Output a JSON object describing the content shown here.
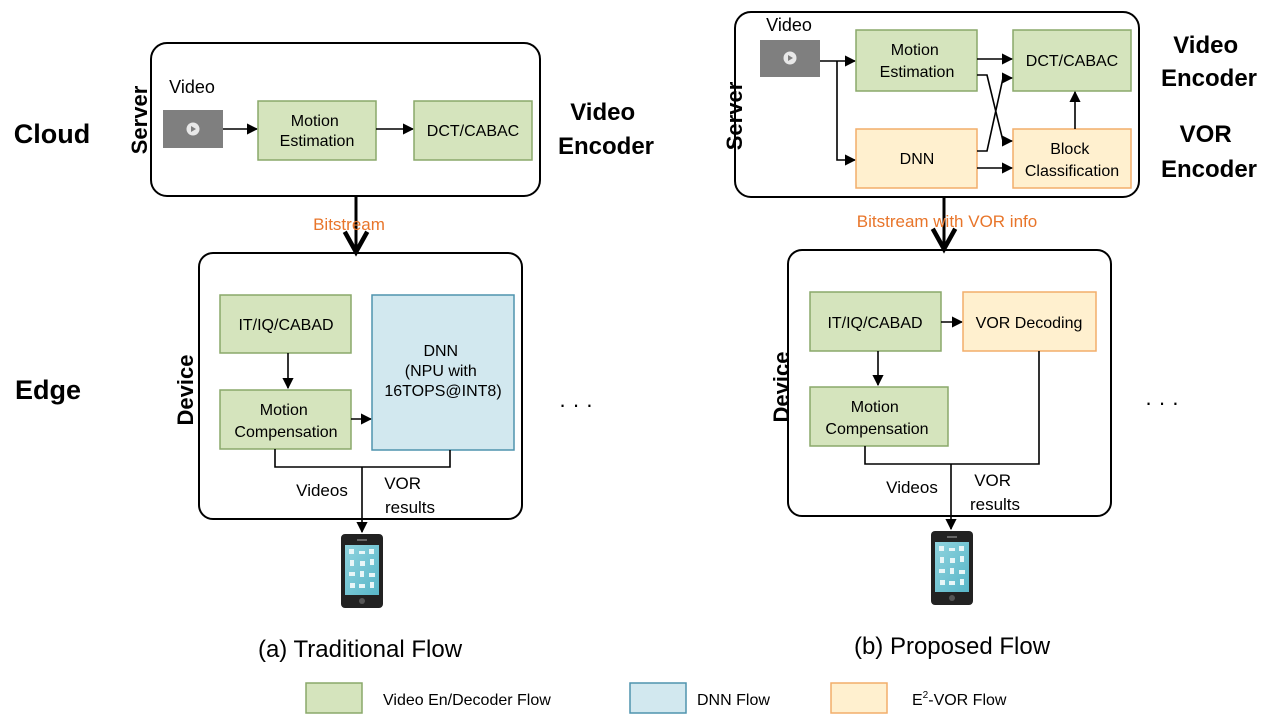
{
  "colors": {
    "green_fill": "#d5e4bd",
    "green_stroke": "#8aa86a",
    "blue_fill": "#d2e8ef",
    "blue_stroke": "#4f94ae",
    "orange_fill": "#fff0cf",
    "orange_stroke": "#f2ae6a",
    "accent_text": "#e8752a"
  },
  "side_labels": {
    "cloud": "Cloud",
    "edge": "Edge"
  },
  "panel_a": {
    "server_label": "Server",
    "video_label": "Video",
    "motion_estimation": [
      "Motion",
      "Estimation"
    ],
    "dct": "DCT/CABAC",
    "encoder_label": [
      "Video",
      "Encoder"
    ],
    "bitstream": "Bitstream",
    "device_label": "Device",
    "itiq": "IT/IQ/CABAD",
    "motion_compensation": [
      "Motion",
      "Compensation"
    ],
    "dnn": [
      "DNN",
      "(NPU with",
      "16TOPS@INT8)"
    ],
    "videos": "Videos",
    "vor_results": [
      "VOR",
      "results"
    ],
    "ellipsis": "· · ·",
    "caption": "(a) Traditional Flow"
  },
  "panel_b": {
    "server_label": "Server",
    "video_label": "Video",
    "motion_estimation": [
      "Motion",
      "Estimation"
    ],
    "dct": "DCT/CABAC",
    "dnn": "DNN",
    "block_classification": [
      "Block",
      "Classification"
    ],
    "encoder_label": [
      "Video",
      "Encoder"
    ],
    "vor_encoder_label": [
      "VOR",
      "Encoder"
    ],
    "bitstream": "Bitstream with VOR info",
    "device_label": "Device",
    "itiq": "IT/IQ/CABAD",
    "vor_decoding": "VOR Decoding",
    "motion_compensation": [
      "Motion",
      "Compensation"
    ],
    "videos": "Videos",
    "vor_results": [
      "VOR",
      "results"
    ],
    "ellipsis": "· · ·",
    "caption": "(b) Proposed Flow"
  },
  "legend": {
    "video_flow": "Video En/Decoder Flow",
    "dnn_flow": "DNN Flow",
    "e2vor_prefix": "E",
    "e2vor_sup": "2",
    "e2vor_suffix": "-VOR Flow"
  }
}
